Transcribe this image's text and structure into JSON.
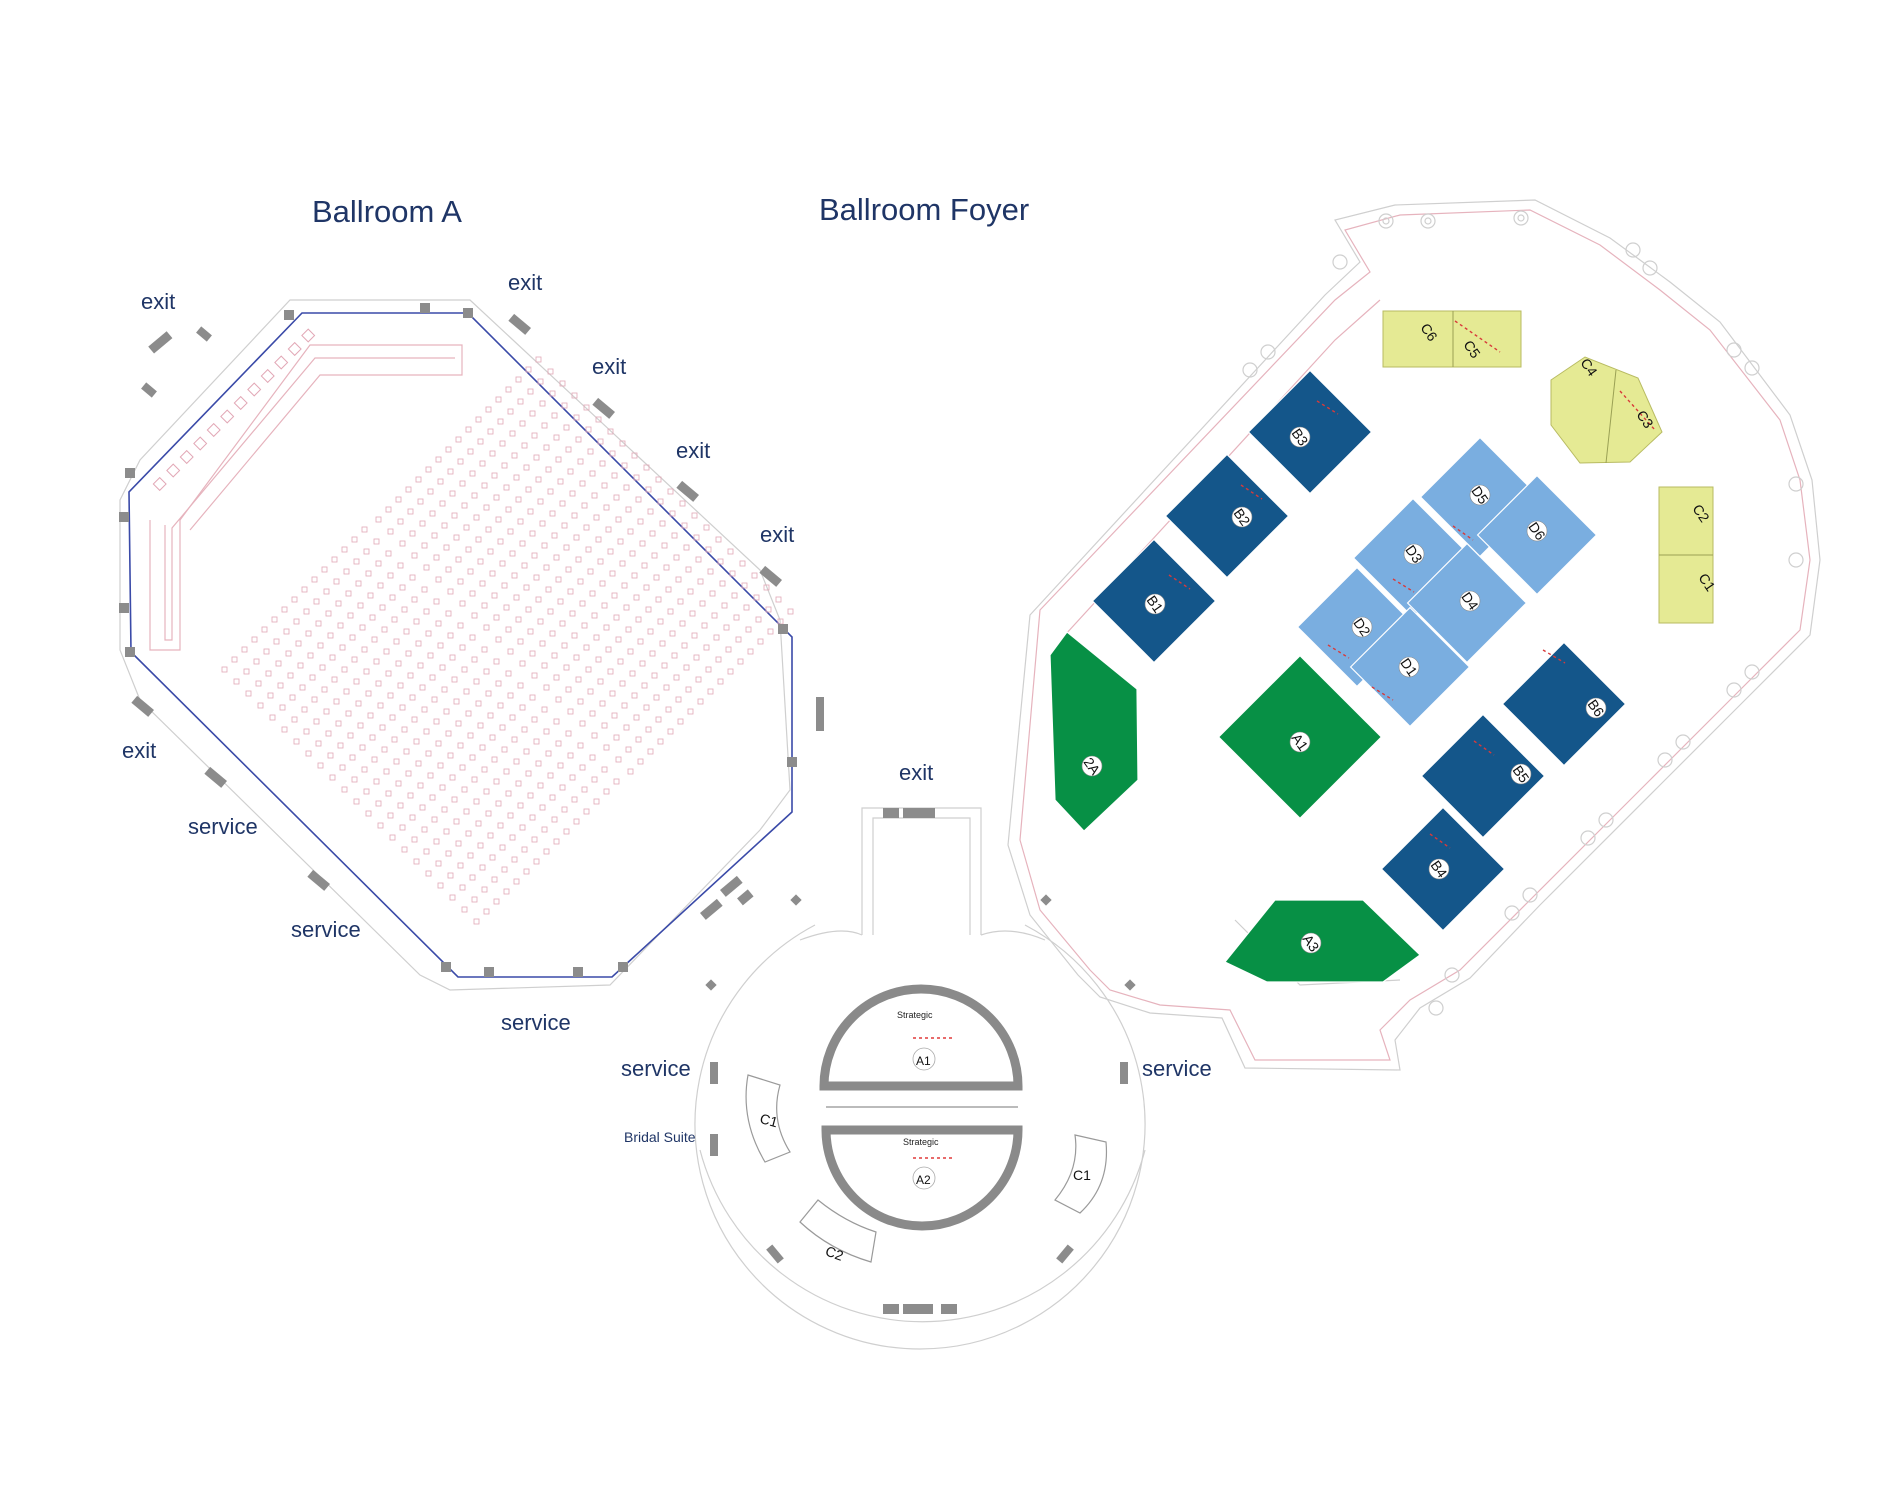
{
  "titles": {
    "ballroom_a": "Ballroom A",
    "ballroom_foyer": "Ballroom Foyer"
  },
  "door_labels": {
    "exit_1": "exit",
    "exit_2": "exit",
    "exit_3": "exit",
    "exit_4": "exit",
    "exit_5": "exit",
    "exit_6": "exit",
    "exit_7": "exit",
    "service_1": "service",
    "service_2": "service",
    "service_3": "service",
    "service_4": "service",
    "service_5": "service",
    "bridal_suite": "Bridal Suite"
  },
  "foyer_booths": {
    "B1": "B1",
    "B2": "B2",
    "B3": "B3",
    "B4": "B4",
    "B5": "B5",
    "B6": "B6",
    "D1": "D1",
    "D2": "D2",
    "D3": "D3",
    "D4": "D4",
    "D5": "D5",
    "D6": "D6",
    "A1": "A1",
    "A3": "A3",
    "2A": "2A",
    "C1": "C1",
    "C2": "C2",
    "C3": "C3",
    "C4": "C4",
    "C5": "C5",
    "C6": "C6"
  },
  "rotunda": {
    "strategic_1": "Strategic",
    "strategic_2": "Strategic",
    "A1": "A1",
    "A2": "A2",
    "C1_left": "C1",
    "C1_right": "C1",
    "C2": "C2"
  },
  "colors": {
    "dark_blue_booth": "#14568a",
    "light_blue_booth": "#7aaee0",
    "green_booth": "#079045",
    "yellow_booth": "#e5ea94",
    "title_text": "#1f3566",
    "ballroom_outline": "#3a4aa8",
    "seating": "#e2a8b6",
    "door_block": "#8c8c8c",
    "rotunda_ring": "#8a8a8a"
  }
}
